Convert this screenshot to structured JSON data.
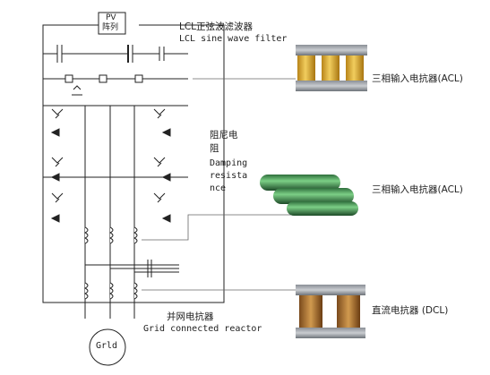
{
  "pv_box": {
    "line1": "PV",
    "line2": "阵列"
  },
  "grid_label": "Grld",
  "lcl_filter": {
    "cn": "LCL正弦波滤波器",
    "en": "LCL sine wave filter"
  },
  "damping": {
    "cn1": "阻尼电",
    "cn2": "阻",
    "en1": "Damping",
    "en2": "resista",
    "en3": "nce"
  },
  "grid_reactor": {
    "cn": "并网电抗器",
    "en": "Grid connected reactor"
  },
  "products": [
    {
      "label": "三相输入电抗器(ACL)"
    },
    {
      "label": "三相输入电抗器(ACL)"
    },
    {
      "label": "直流电抗器 (DCL)"
    }
  ]
}
